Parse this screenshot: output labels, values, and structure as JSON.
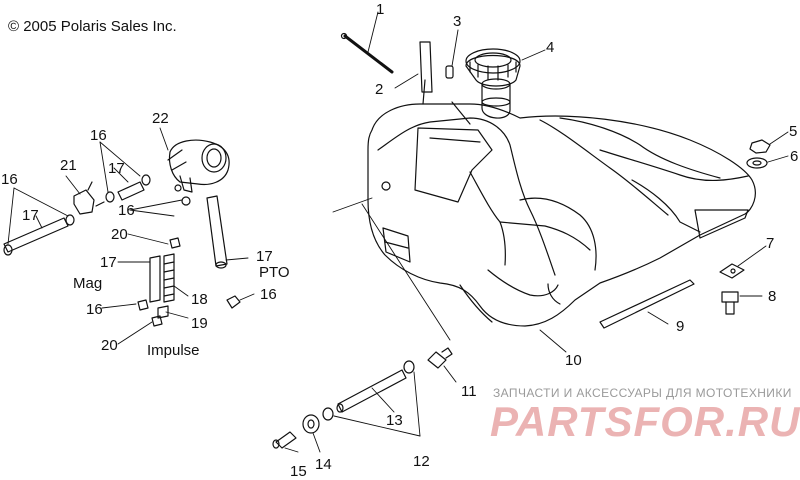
{
  "copyright": "© 2005 Polaris Sales Inc.",
  "watermark": {
    "tagline": "ЗАПЧАСТИ И АКСЕССУАРЫ ДЛЯ МОТОТЕХНИКИ",
    "logo": "PARTSFOR.RU"
  },
  "callouts": {
    "c1": "1",
    "c2": "2",
    "c3": "3",
    "c4": "4",
    "c5": "5",
    "c6": "6",
    "c7": "7",
    "c8": "8",
    "c9": "9",
    "c10": "10",
    "c11": "11",
    "c12": "12",
    "c13": "13",
    "c14": "14",
    "c15": "15",
    "c16a": "16",
    "c16b": "16",
    "c16c": "16",
    "c16d": "16",
    "c16e": "16",
    "c17a": "17",
    "c17b": "17",
    "c17c": "17",
    "c17d": "17",
    "c18": "18",
    "c19": "19",
    "c20a": "20",
    "c20b": "20",
    "c21": "21",
    "c22": "22"
  },
  "text_labels": {
    "mag": "Mag",
    "pto": "PTO",
    "impulse": "Impulse"
  }
}
